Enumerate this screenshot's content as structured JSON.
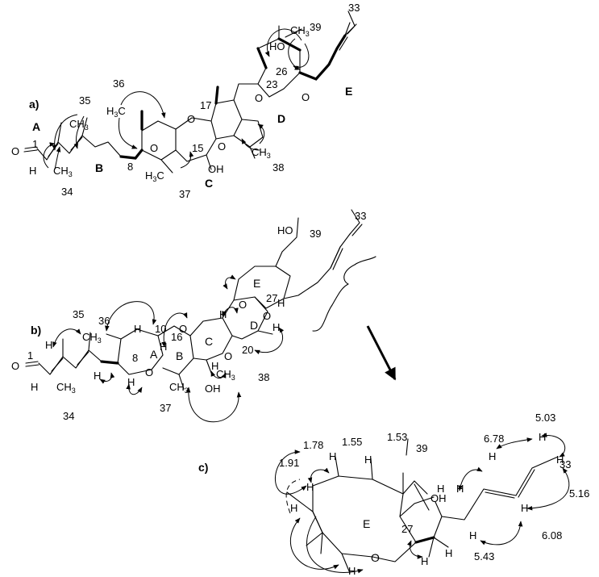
{
  "figure": {
    "panels": {
      "a": {
        "label": "a)",
        "ring_letters": [
          "A",
          "B",
          "C",
          "D",
          "E"
        ],
        "numbers": [
          "1",
          "8",
          "15",
          "17",
          "23",
          "26",
          "33",
          "34",
          "35",
          "36",
          "37",
          "38",
          "39"
        ],
        "groups": {
          "ho": "HO",
          "oh": "OH",
          "h": "H",
          "ch3": "CH",
          "h3c": "H",
          "sub3": "3"
        }
      },
      "b": {
        "label": "b)",
        "ring_letters": [
          "A",
          "B",
          "C",
          "D",
          "E"
        ],
        "numbers": [
          "1",
          "8",
          "10",
          "16",
          "20",
          "27",
          "33",
          "34",
          "35",
          "36",
          "37",
          "38",
          "39"
        ],
        "groups": {
          "ho": "HO",
          "oh": "OH",
          "h": "H",
          "ch3": "CH",
          "sub3": "3"
        }
      },
      "c": {
        "label": "c)",
        "ring_letter": "E",
        "numbers": [
          "27",
          "33",
          "39"
        ],
        "shifts": [
          "5.03",
          "6.78",
          "5.16",
          "6.08",
          "5.43",
          "1.53",
          "1.55",
          "1.78",
          "1.91"
        ],
        "groups": {
          "h": "H",
          "oh": "OH",
          "o": "O"
        }
      }
    }
  }
}
